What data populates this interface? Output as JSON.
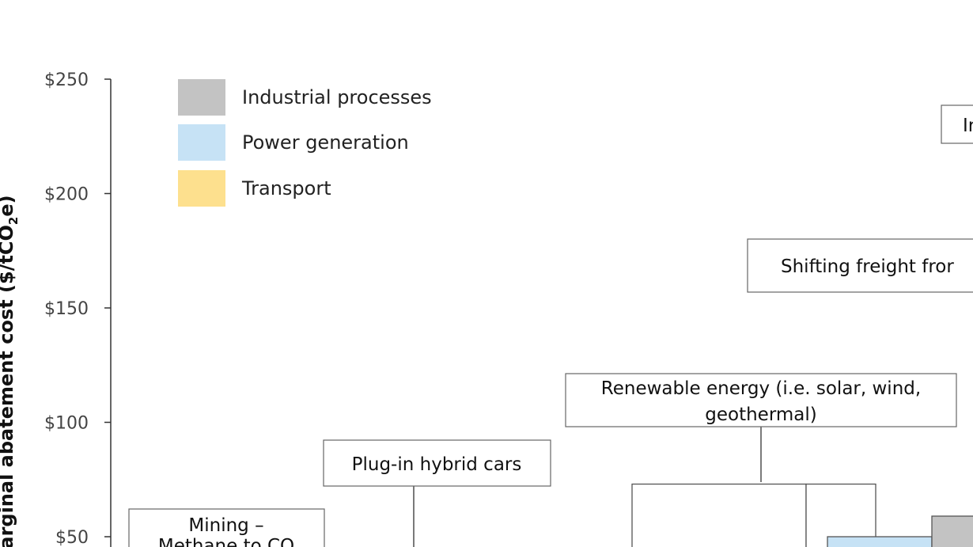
{
  "chart_data": {
    "type": "bar",
    "ylabel_main": "arginal abatement cost ($/tCO",
    "ylabel_sub": "2",
    "ylabel_end": "e)",
    "ylim": [
      0,
      250
    ],
    "yticks": [
      {
        "value": 250,
        "label": "$250"
      },
      {
        "value": 200,
        "label": "$200"
      },
      {
        "value": 150,
        "label": "$150"
      },
      {
        "value": 100,
        "label": "$100"
      },
      {
        "value": 50,
        "label": "$50"
      }
    ],
    "legend": [
      {
        "name": "Industrial processes",
        "color": "#c3c3c3"
      },
      {
        "name": "Power generation",
        "color": "#c6e2f5"
      },
      {
        "name": "Transport",
        "color": "#fde08e"
      }
    ],
    "bars": [
      {
        "category": "",
        "value": 73,
        "color": "#ffffff"
      },
      {
        "category": "",
        "value": 73,
        "color": "#ffffff"
      },
      {
        "category": "Power generation",
        "value": 50,
        "color": "#c6e2f5"
      },
      {
        "category": "Industrial processes",
        "value": 59,
        "color": "#c3c3c3"
      }
    ],
    "callouts": [
      {
        "lines": [
          "Mining –",
          "Methane to CO"
        ]
      },
      {
        "lines": [
          "Plug-in hybrid cars"
        ]
      },
      {
        "lines": [
          "Renewable energy (i.e. solar, wind,",
          "geothermal)"
        ]
      },
      {
        "lines": [
          "Shifting freight fror"
        ]
      },
      {
        "lines": [
          "Ir"
        ]
      }
    ]
  }
}
